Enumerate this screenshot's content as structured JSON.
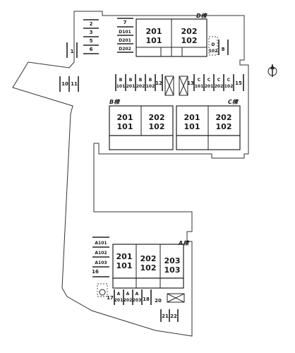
{
  "buildings": {
    "D": {
      "name": "D棟",
      "units": [
        {
          "top": "201",
          "bottom": "101"
        },
        {
          "top": "202",
          "bottom": "102"
        }
      ]
    },
    "B": {
      "name": "B棟",
      "units": [
        {
          "top": "201",
          "bottom": "101"
        },
        {
          "top": "202",
          "bottom": "102"
        }
      ]
    },
    "C": {
      "name": "C棟",
      "units": [
        {
          "top": "201",
          "bottom": "101"
        },
        {
          "top": "202",
          "bottom": "102"
        }
      ]
    },
    "A": {
      "name": "A棟",
      "units": [
        {
          "top": "201",
          "bottom": "101"
        },
        {
          "top": "202",
          "bottom": "102"
        },
        {
          "top": "203",
          "bottom": "103"
        }
      ]
    }
  },
  "parking": {
    "nw_stack": [
      "2",
      "3",
      "5",
      "6"
    ],
    "west_single": "1",
    "d_block_stack": [
      "7",
      "D101",
      "D201",
      "D202"
    ],
    "d_right_small": {
      "letter": "D",
      "num": "102"
    },
    "d_right_num": "8",
    "west_pair": [
      "10",
      "11"
    ],
    "b_row": [
      {
        "letter": "B",
        "num": "101"
      },
      {
        "letter": "B",
        "num": "201"
      },
      {
        "letter": "B",
        "num": "202"
      },
      {
        "letter": "B",
        "num": "102"
      }
    ],
    "b_row_num": "12",
    "c_row_num": "13",
    "c_row": [
      {
        "letter": "C",
        "num": "101"
      },
      {
        "letter": "C",
        "num": "201"
      },
      {
        "letter": "C",
        "num": "202"
      },
      {
        "letter": "C",
        "num": "102"
      }
    ],
    "c_row_end": "15",
    "a_left_stack": [
      "A101",
      "A102",
      "A103"
    ],
    "a_left_num": "16",
    "a_bottom_num_17": "17",
    "a_bottom_row": [
      {
        "letter": "A",
        "num": "201"
      },
      {
        "letter": "A",
        "num": "202"
      },
      {
        "letter": "A",
        "num": "203"
      }
    ],
    "a_bottom_nums": [
      "18",
      "20"
    ],
    "a_bottom_pair": [
      "21",
      "22"
    ]
  },
  "north_arrow": {
    "icon": "north-arrow-icon"
  }
}
